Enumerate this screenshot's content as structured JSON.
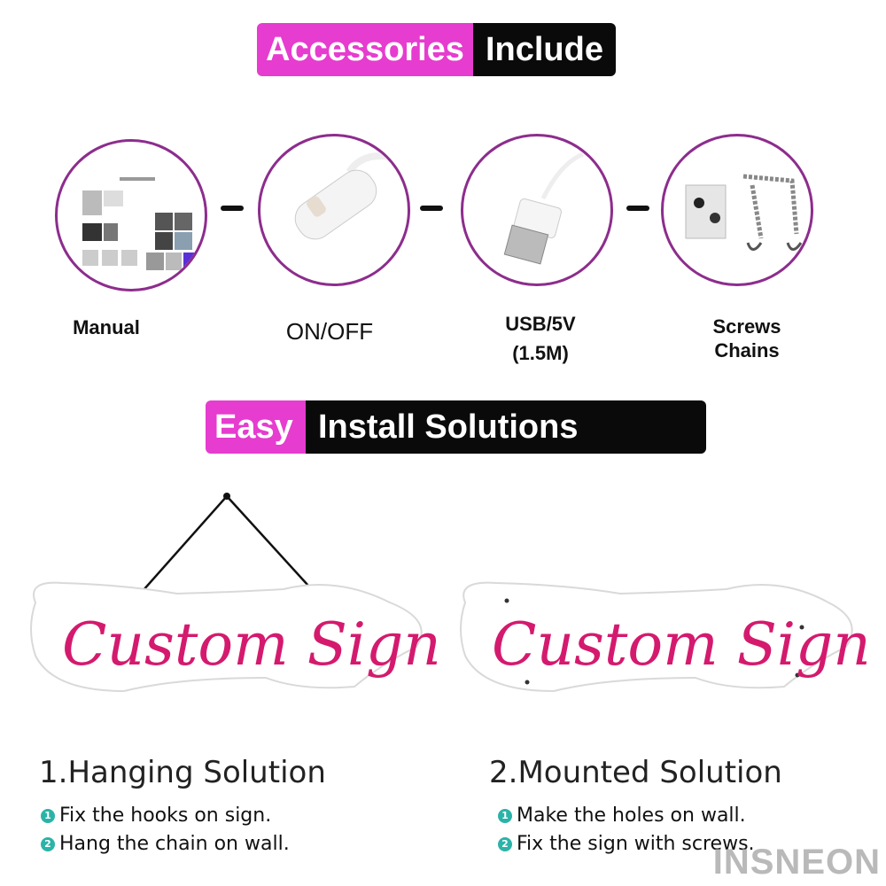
{
  "accessories_banner": {
    "highlight": "Accessories",
    "rest": "Include"
  },
  "accessories": [
    {
      "label": "Manual",
      "icon": "manual-image"
    },
    {
      "label": "ON/OFF",
      "icon": "switch-image"
    },
    {
      "label": "USB/5V",
      "label2": "(1.5M)",
      "icon": "usb-image"
    },
    {
      "label": "Screws",
      "label2": "Chains",
      "icon": "screws-chains-image"
    }
  ],
  "install_banner": {
    "highlight": "Easy",
    "rest": "Install Solutions"
  },
  "sign_text": "Custom Sign",
  "solutions": [
    {
      "title": "1.Hanging Solution",
      "steps": [
        "Fix the hooks on sign.",
        "Hang the chain on wall."
      ]
    },
    {
      "title": "2.Mounted Solution",
      "steps": [
        "Make the holes on wall.",
        "Fix the sign with screws."
      ]
    }
  ],
  "step_numbers": [
    "1",
    "2"
  ],
  "watermark": "INSNEON",
  "colors": {
    "magenta": "#e63ccf",
    "sign_pink": "#d41a6e",
    "circle_border": "#8d2d8d",
    "bullet_teal": "#2bb3a8"
  }
}
